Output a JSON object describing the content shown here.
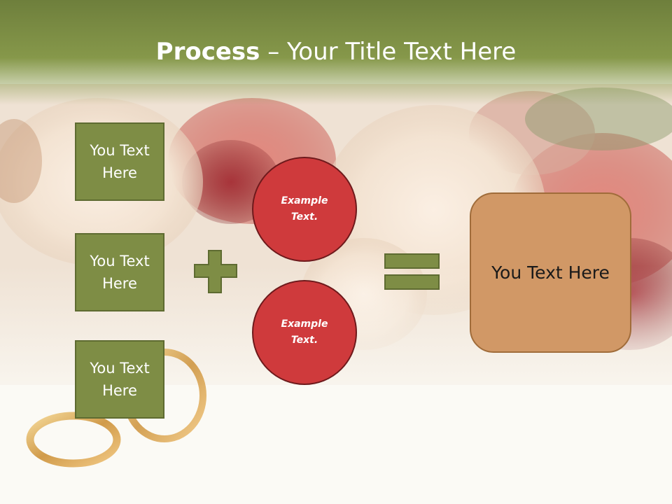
{
  "title": {
    "bold": "Process",
    "separator": " – ",
    "rest": "Your Title Text Here"
  },
  "left_boxes": [
    "You Text Here",
    "You Text Here",
    "You Text Here"
  ],
  "circles": [
    "Example Text.",
    "Example Text."
  ],
  "result": "You Text Here",
  "colors": {
    "header_green": "#86984a",
    "box_green": "#7e8d45",
    "circle_red": "#cf3a3c",
    "result_orange": "#d19866"
  }
}
